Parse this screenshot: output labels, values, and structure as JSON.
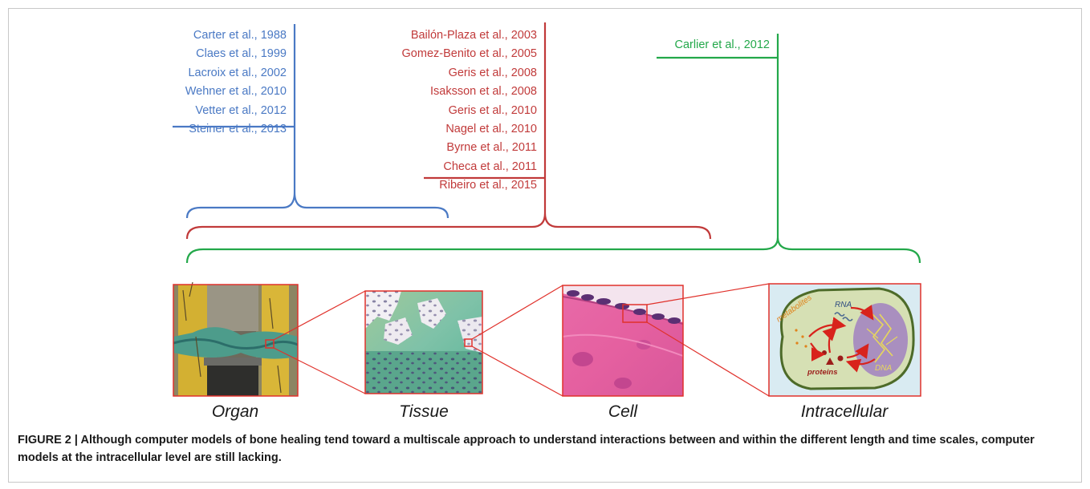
{
  "organ_refs": [
    "Carter et al., 1988",
    "Claes et al., 1999",
    "Lacroix et al., 2002",
    "Wehner et al., 2010",
    "Vetter et al., 2012",
    "Steiner et al., 2013"
  ],
  "tissue_refs": [
    "Bailón-Plaza et al., 2003",
    "Gomez-Benito et al., 2005",
    "Geris et al., 2008",
    "Isaksson et al., 2008",
    "Geris et al., 2010",
    "Nagel et al., 2010",
    "Byrne et al., 2011",
    "Checa et al., 2011",
    "Ribeiro et al., 2015"
  ],
  "intracellular_refs": [
    "Carlier et al., 2012"
  ],
  "scales": {
    "organ": "Organ",
    "tissue": "Tissue",
    "cell": "Cell",
    "intracellular": "Intracellular"
  },
  "schematic_labels": {
    "metabolites": "metabolites",
    "rna": "RNA",
    "proteins": "proteins",
    "dna": "DNA"
  },
  "colors": {
    "organ": "#4a79c4",
    "tissue": "#c13a3a",
    "intracellular": "#23a84a",
    "zoom_lines": "#e0312b"
  },
  "caption": {
    "label": "FIGURE 2 |",
    "text": "Although computer models of bone healing tend toward a multiscale approach to understand interactions between and within the different length and time scales, computer models at the intracellular level are still lacking."
  }
}
